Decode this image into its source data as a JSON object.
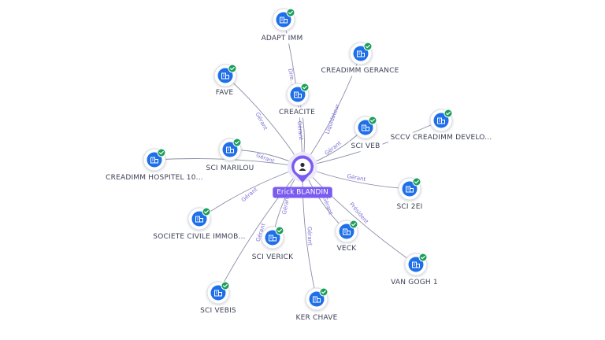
{
  "graph": {
    "center": {
      "name": "Erick BLANDIN",
      "icon": "person-icon",
      "color": "#7b5cf0"
    },
    "companies": [
      {
        "id": "adapt-imm",
        "label": "ADAPT IMM",
        "icon": "building-icon",
        "status_icon": "check-icon",
        "relation": "Dire..."
      },
      {
        "id": "creadimm-gerance",
        "label": "CREADIMM GERANCE",
        "icon": "building-icon",
        "status_icon": "check-icon",
        "relation": ""
      },
      {
        "id": "fave",
        "label": "FAVE",
        "icon": "building-icon",
        "status_icon": "check-icon",
        "relation": "Gérant"
      },
      {
        "id": "creacite",
        "label": "CREACITE",
        "icon": "building-icon",
        "status_icon": "check-icon",
        "relation": "Gérant"
      },
      {
        "id": "sccv-creadimm",
        "label": "SCCV CREADIMM DEVELO...",
        "icon": "building-icon",
        "status_icon": "check-icon",
        "relation": "Liquidateur"
      },
      {
        "id": "sci-veb",
        "label": "SCI VEB",
        "icon": "building-icon",
        "status_icon": "check-icon",
        "relation": "Gérant"
      },
      {
        "id": "creadimm-hospitel",
        "label": "CREADIMM HOSPITEL 10...",
        "icon": "building-icon",
        "status_icon": "check-icon",
        "relation": "Gérant"
      },
      {
        "id": "sci-marilou",
        "label": "SCI MARILOU",
        "icon": "building-icon",
        "status_icon": "check-icon",
        "relation": "Gérant"
      },
      {
        "id": "sci-2ei",
        "label": "SCI 2EI",
        "icon": "building-icon",
        "status_icon": "check-icon",
        "relation": "Gérant"
      },
      {
        "id": "societe-civile",
        "label": "SOCIETE CIVILE IMMOB...",
        "icon": "building-icon",
        "status_icon": "check-icon",
        "relation": "Gérant"
      },
      {
        "id": "veck",
        "label": "VECK",
        "icon": "building-icon",
        "status_icon": "check-icon",
        "relation": "Gérant"
      },
      {
        "id": "sci-verick",
        "label": "SCI VERICK",
        "icon": "building-icon",
        "status_icon": "check-icon",
        "relation": "Gérant"
      },
      {
        "id": "van-gogh-1",
        "label": "VAN GOGH 1",
        "icon": "building-icon",
        "status_icon": "check-icon",
        "relation": "Président"
      },
      {
        "id": "sci-vebis",
        "label": "SCI VEBIS",
        "icon": "building-icon",
        "status_icon": "check-icon",
        "relation": "Gérant"
      },
      {
        "id": "ker-chave",
        "label": "KER CHAVE",
        "icon": "building-icon",
        "status_icon": "check-icon",
        "relation": "Gérant"
      }
    ],
    "colors": {
      "node_fill": "#1f6fe8",
      "check": "#1c9e5b",
      "edge": "#8a8fa8",
      "edge_label": "#7c6fd6",
      "center": "#7b5cf0"
    }
  }
}
